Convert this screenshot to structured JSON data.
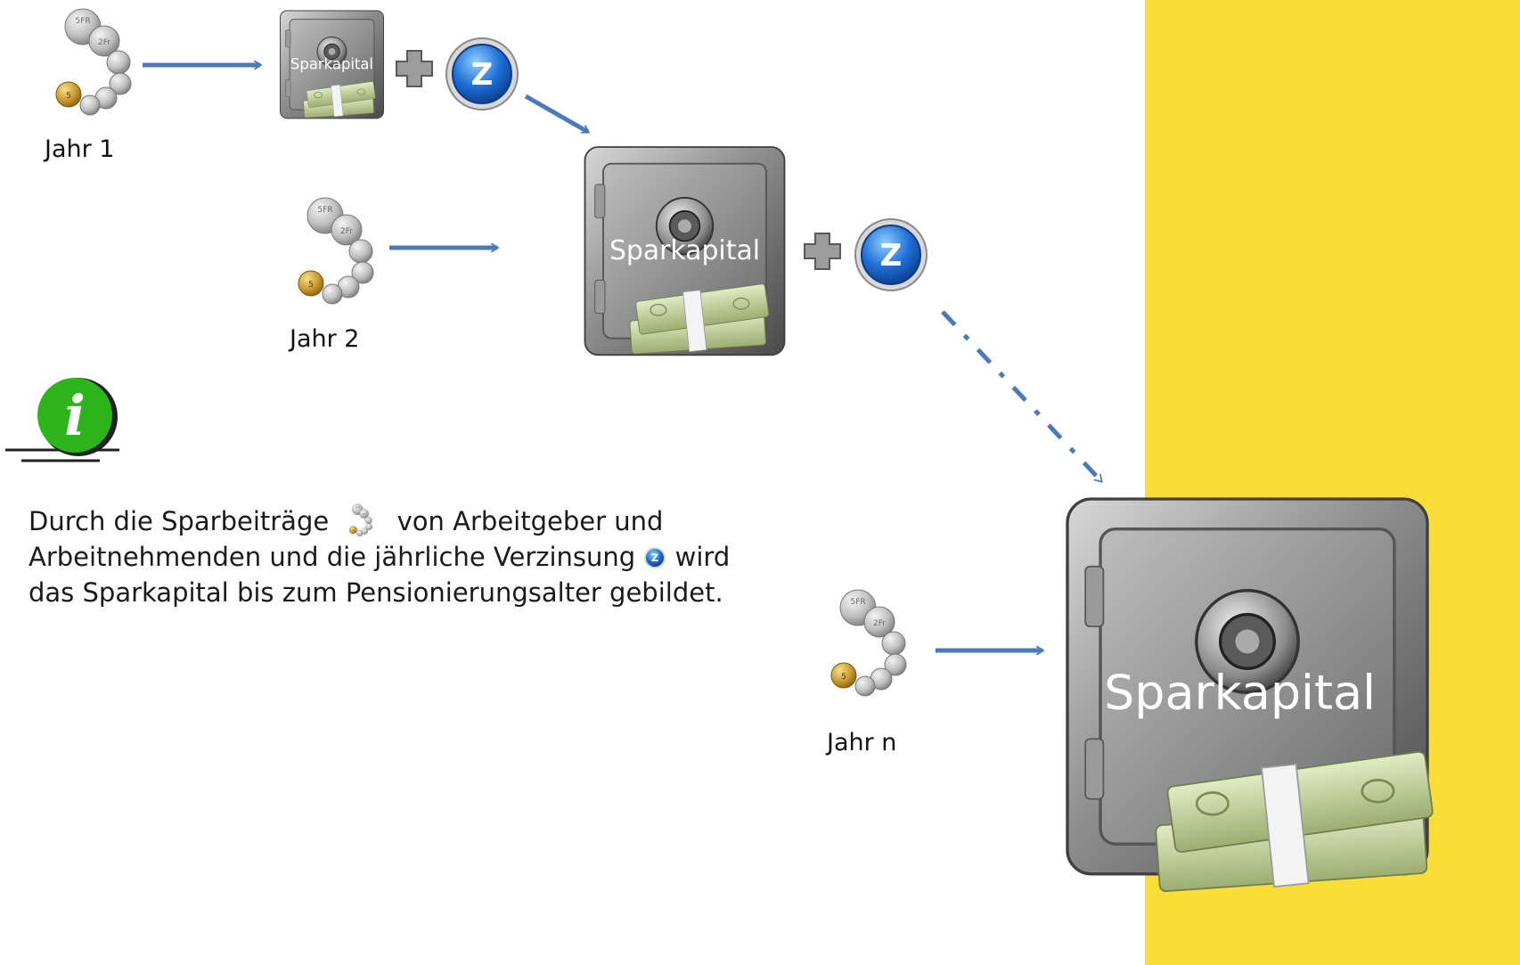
{
  "diagram": {
    "safe_label": "Sparkapital",
    "z_symbol": "Z",
    "plus_symbol": "+",
    "years": [
      {
        "label": "Jahr 1"
      },
      {
        "label": "Jahr 2"
      },
      {
        "label": "Jahr n"
      }
    ],
    "icons": {
      "coins": "swiss-coins-icon",
      "safe": "safe-icon",
      "interest": "interest-z-icon",
      "plus": "plus-icon",
      "info": "info-icon",
      "money": "money-stack-icon"
    },
    "colors": {
      "arrow": "#4a7ab8",
      "band": "#fbde34",
      "z_icon": "#1f6fd6",
      "info_green": "#2bb51b"
    }
  },
  "info": {
    "text_before_coins": "Durch die Sparbeiträge",
    "text_after_coins": "von Arbeitgeber und Arbeitnehmenden und die jährliche Verzinsung",
    "text_end": "wird das Sparkapital bis zum Pensionierungsalter gebildet."
  }
}
